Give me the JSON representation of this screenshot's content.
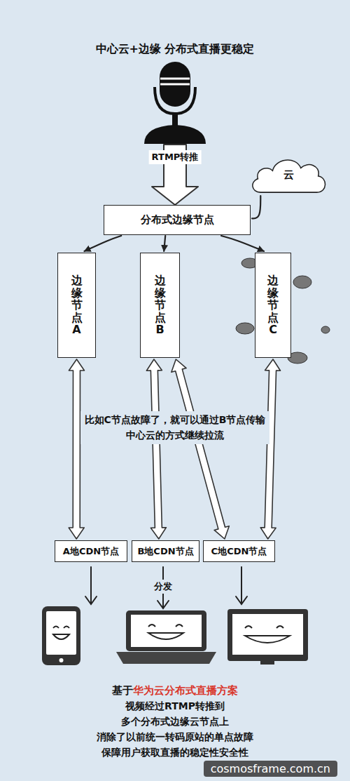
{
  "diagram": {
    "title": "中心云+边缘 分布式直播更稳定",
    "nodes": [
      {
        "text": [
          "云"
        ]
      },
      {
        "text": [
          "分布式边缘节点"
        ]
      },
      {
        "text": [
          "边缘节点A"
        ]
      },
      {
        "text": [
          "边缘节点B"
        ]
      },
      {
        "text": [
          "边缘节点C"
        ]
      },
      {
        "text": [
          "A地CDN节点"
        ]
      },
      {
        "text": [
          "B地CDN节点"
        ]
      },
      {
        "text": [
          "C地CDN节点"
        ]
      }
    ],
    "edges": [
      {
        "from": 0,
        "to": 1,
        "arrow": "none"
      },
      {
        "from": 1,
        "to": 2,
        "arrow": "to"
      },
      {
        "from": 1,
        "to": 3,
        "arrow": "to"
      },
      {
        "from": 1,
        "to": 4,
        "arrow": "to"
      },
      {
        "from": 2,
        "to": 5,
        "arrow": "both"
      },
      {
        "from": 3,
        "to": 6,
        "arrow": "both"
      },
      {
        "from": 3,
        "to": 7,
        "arrow": "both"
      },
      {
        "from": 4,
        "to": 7,
        "arrow": "both"
      }
    ],
    "labels": [
      "RTMP转推",
      "比如C节点故障了，就可以通过B节点传输中心云的方式继续拉流",
      "分发",
      "基于",
      "华为云分布式直播方案",
      "视频经过RTMP转推到",
      "多个分布式边缘云节点上",
      "消除了以前统一转码原站的单点故障",
      "保障用户获取直播的稳定性安全性",
      "cosmosframe.com.cn"
    ]
  }
}
